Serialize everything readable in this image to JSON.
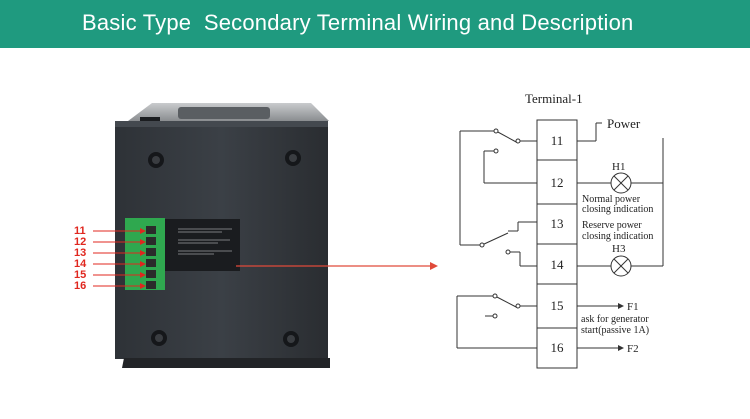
{
  "header": {
    "title": "Basic Type  Secondary Terminal Wiring and Description"
  },
  "colors": {
    "banner": "#1f9a7f",
    "label_red": "#e0271f",
    "terminal_green": "#2fa84f",
    "arrow": "#e04a3a"
  },
  "device": {
    "terminal_numbers": [
      "11",
      "12",
      "13",
      "14",
      "15",
      "16"
    ]
  },
  "diagram": {
    "title": "Terminal-1",
    "terminals": [
      "11",
      "12",
      "13",
      "14",
      "15",
      "16"
    ],
    "power_label": "Power",
    "h1_label": "H1",
    "h3_label": "H3",
    "normal_power_lines": [
      "Normal power",
      "closing indication"
    ],
    "reserve_power_lines": [
      "Reserve power",
      "closing indication"
    ],
    "f1_label": "F1",
    "f2_label": "F2",
    "generator_lines": [
      "ask for generator",
      "start(passive 1A)"
    ]
  }
}
